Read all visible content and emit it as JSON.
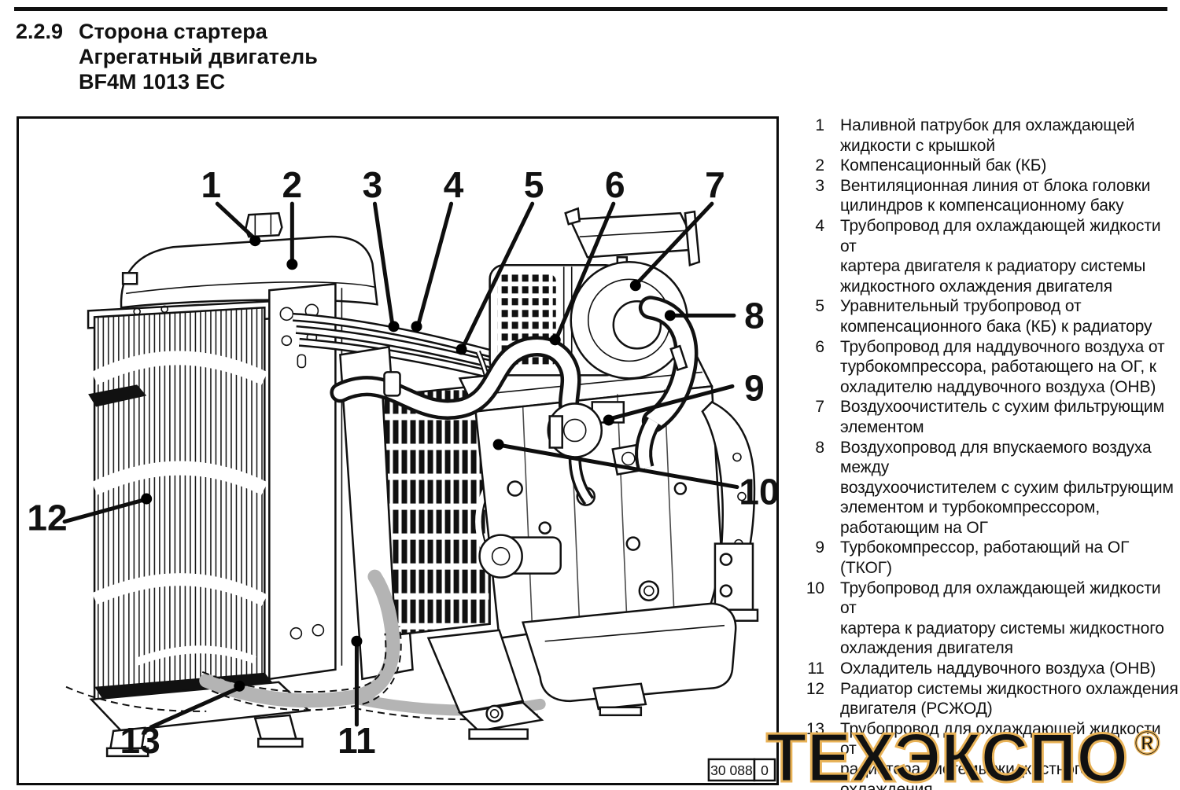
{
  "page": {
    "section_number": "2.2.9",
    "title_lines": [
      "Сторона стартера",
      "Агрегатный двигатель",
      "BF4M 1013 EC"
    ]
  },
  "figure": {
    "ref_number": "30 088",
    "ref_revision": "0",
    "highlight_color": "#b4b4b4",
    "callouts": [
      "1",
      "2",
      "3",
      "4",
      "5",
      "6",
      "7",
      "8",
      "9",
      "10",
      "11",
      "12",
      "13"
    ]
  },
  "legend": {
    "items": [
      {
        "num": "1",
        "text": "Наливной патрубок для охлаждающей\nжидкости с крышкой"
      },
      {
        "num": "2",
        "text": "Компенсационный бак (КБ)"
      },
      {
        "num": "3",
        "text": "Вентиляционная линия от блока головки\nцилиндров к компенсационному баку"
      },
      {
        "num": "4",
        "text": "Трубопровод для охлаждающей жидкости от\nкартера двигателя к радиатору системы\nжидкостного охлаждения двигателя"
      },
      {
        "num": "5",
        "text": "Уравнительный трубопровод от\nкомпенсационного бака (КБ) к радиатору"
      },
      {
        "num": "6",
        "text": "Трубопровод для наддувочного воздуха от\nтурбокомпрессора, работающего на ОГ, к\nохладителю наддувочного воздуха (ОНВ)"
      },
      {
        "num": "7",
        "text": "Воздухоочиститель с сухим фильтрующим\nэлементом"
      },
      {
        "num": "8",
        "text": "Воздухопровод для впускаемого воздуха между\nвоздухоочистителем с сухим фильтрующим\nэлементом и турбокомпрессором,\nработающим на ОГ"
      },
      {
        "num": "9",
        "text": "Турбокомпрессор, работающий на ОГ (ТКОГ)"
      },
      {
        "num": "10",
        "text": "Трубопровод для охлаждающей жидкости от\nкартера к радиатору системы жидкостного\nохлаждения двигателя"
      },
      {
        "num": "11",
        "text": "Охладитель наддувочного воздуха (ОНВ)"
      },
      {
        "num": "12",
        "text": "Радиатор системы жидкостного охлаждения\nдвигателя (РСЖОД)"
      },
      {
        "num": "13",
        "text": "Трубопровод для охлаждающей жидкости от\nрадиатора системы жидкостного охлаждения\nдвигателя к термостату двигателя"
      }
    ]
  },
  "watermark": {
    "text": "ТЕХЭКСПО",
    "registered": "®",
    "color": "#E8B257"
  }
}
